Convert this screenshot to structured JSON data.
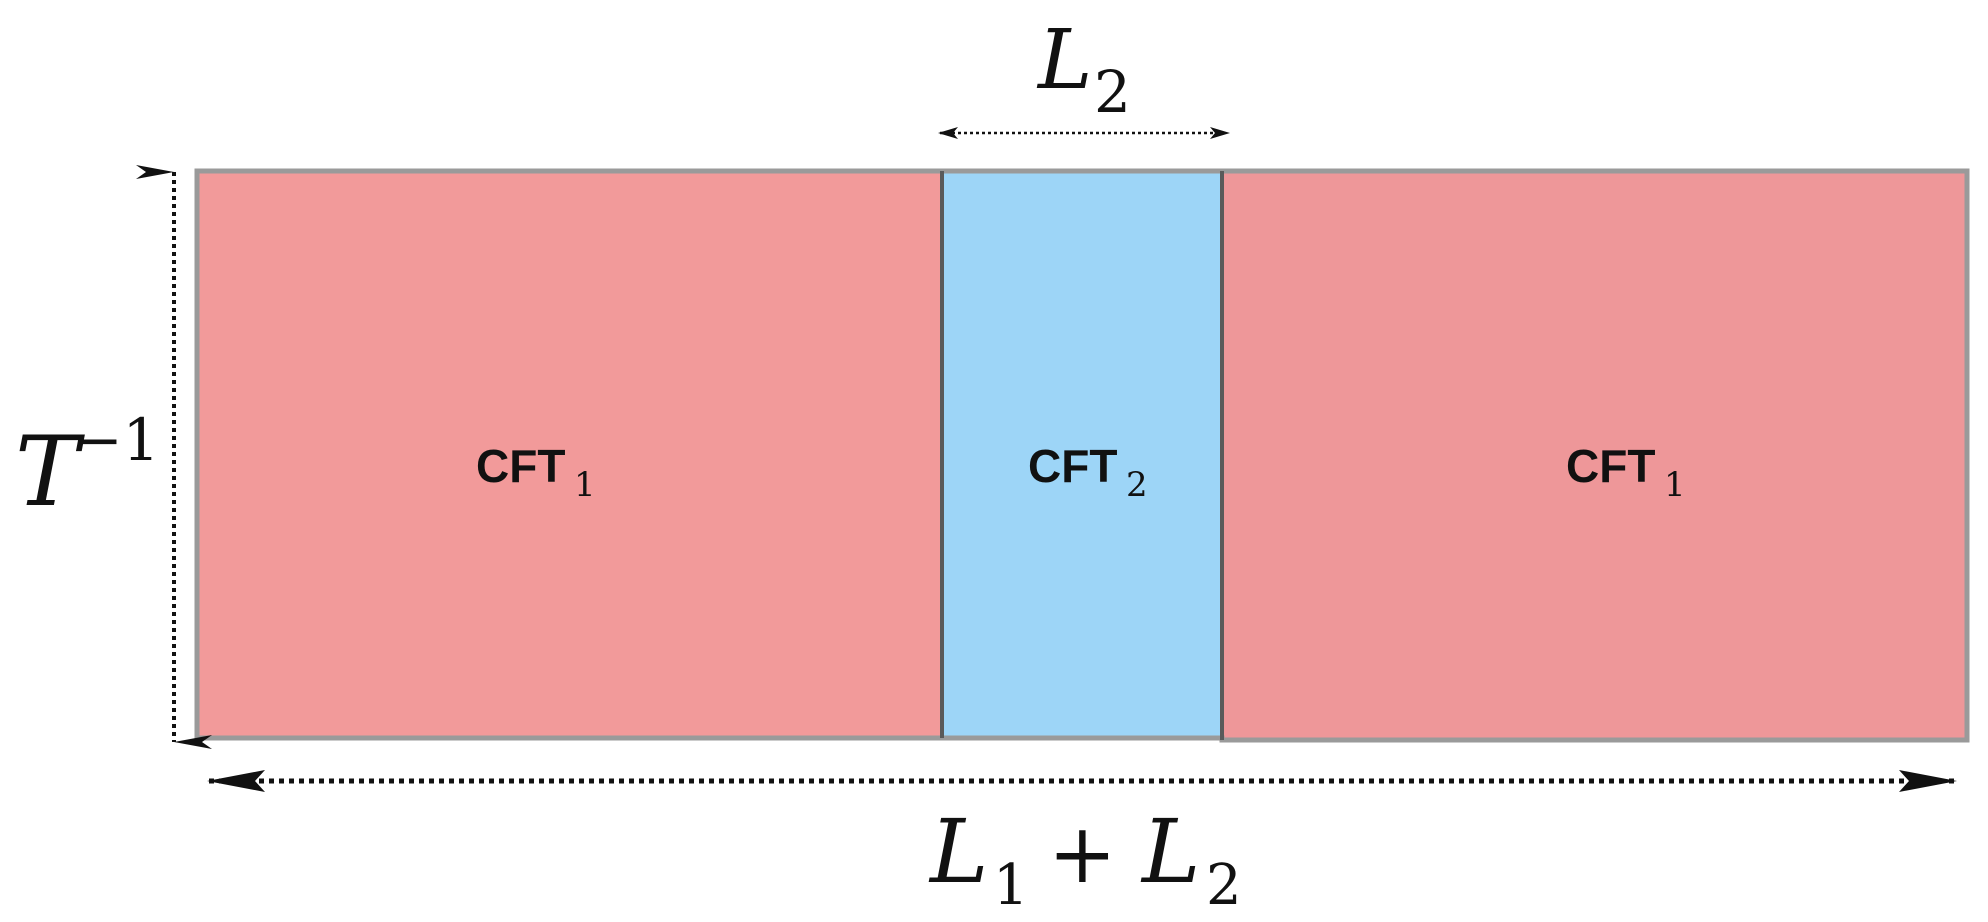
{
  "diagram": {
    "top_label": {
      "base": "L",
      "subscript": "2"
    },
    "left_label": {
      "base": "T",
      "superscript": "−1"
    },
    "bottom_label": {
      "part1_base": "L",
      "part1_subscript": "1",
      "plus": "+",
      "part2_base": "L",
      "part2_subscript": "2"
    },
    "regions": [
      {
        "name": "CFT",
        "subscript": "1",
        "color": "#f29a9a"
      },
      {
        "name": "CFT",
        "subscript": "2",
        "color": "#9dd5f7"
      },
      {
        "name": "CFT",
        "subscript": "1",
        "color": "#ee9799"
      }
    ],
    "colors": {
      "outer_border": "#9a9a9a",
      "interface_line": "#5a5a5a",
      "arrow": "#111111"
    }
  }
}
